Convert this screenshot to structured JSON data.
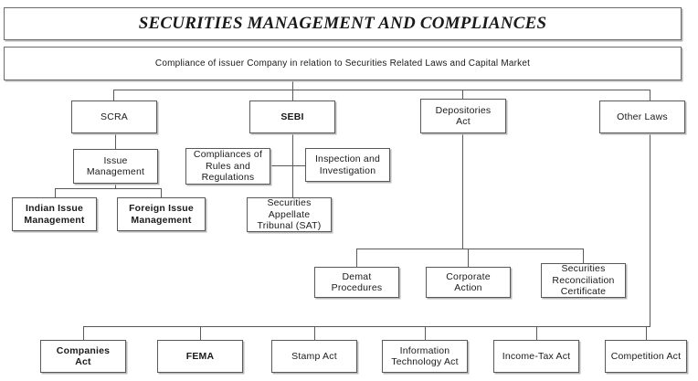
{
  "header": {
    "title": "SECURITIES MANAGEMENT AND COMPLIANCES",
    "subtitle": "Compliance of issuer Company in relation to Securities Related Laws and Capital Market"
  },
  "colors": {
    "border": "#595959",
    "banner_border": "#6b6b6b",
    "text": "#1a1a1a",
    "background": "#ffffff",
    "shadow": "#b8b8b8"
  },
  "nodes": {
    "scra": "SCRA",
    "sebi": "SEBI",
    "depositories_act": "Depositories\nAct",
    "other_laws": "Other Laws",
    "issue_management": "Issue\nManagement",
    "indian_issue_management": "Indian Issue\nManagement",
    "foreign_issue_management": "Foreign Issue\nManagement",
    "compliances_rules": "Compliances of\nRules and\nRegulations",
    "inspection_investigation": "Inspection and\nInvestigation",
    "sat": "Securities\nAppellate\nTribunal (SAT)",
    "demat_procedures": "Demat\nProcedures",
    "corporate_action": "Corporate\nAction",
    "securities_reconciliation": "Securities\nReconciliation\nCertificate",
    "companies_act": "Companies\nAct",
    "fema": "FEMA",
    "stamp_act": "Stamp Act",
    "information_technology_act": "Information\nTechnology Act",
    "income_tax_act": "Income-Tax Act",
    "competition_act": "Competition Act"
  },
  "structure": {
    "root": "Compliance of issuer Company in relation to Securities Related Laws and Capital Market",
    "level1": [
      "SCRA",
      "SEBI",
      "Depositories Act",
      "Other Laws"
    ],
    "scra_children": [
      "Issue Management"
    ],
    "issue_management_children": [
      "Indian Issue Management",
      "Foreign Issue Management"
    ],
    "sebi_children": [
      "Compliances of Rules and Regulations",
      "Inspection and Investigation",
      "Securities Appellate Tribunal (SAT)"
    ],
    "depositories_children": [
      "Demat Procedures",
      "Corporate Action",
      "Securities Reconciliation Certificate"
    ],
    "other_laws_children": [
      "Companies Act",
      "FEMA",
      "Stamp Act",
      "Information Technology Act",
      "Income-Tax Act",
      "Competition Act"
    ]
  }
}
